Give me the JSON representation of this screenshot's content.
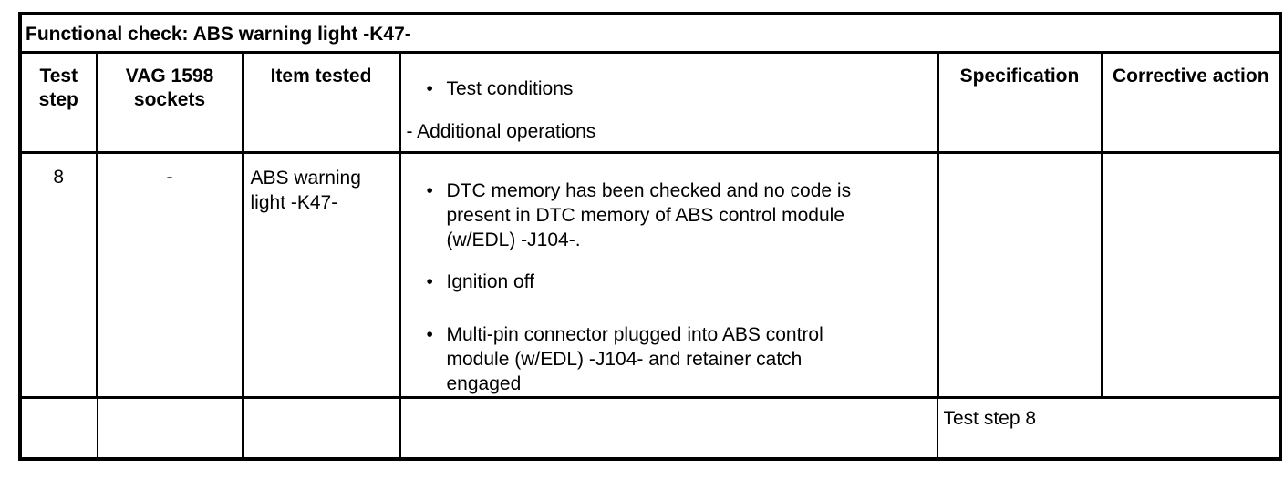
{
  "page": {
    "background": "#ffffff",
    "text_color": "#000000",
    "border_color": "#000000"
  },
  "table": {
    "title": "Functional check: ABS warning light -K47-",
    "headers": {
      "test_step": "Test step",
      "vag_sockets": "VAG 1598 sockets",
      "item_tested": "Item tested",
      "test_conditions_bullet": "Test conditions",
      "additional_operations": "- Additional operations",
      "specification": "Specification",
      "corrective_action": "Corrective action"
    },
    "data_row": {
      "test_step": "8",
      "vag_sockets": "-",
      "item_tested": "ABS warning light -K47-",
      "test_conditions": [
        "DTC memory has been checked and no code is present in DTC memory of ABS control module (w/EDL) -J104-.",
        "Ignition off",
        "Multi-pin connector plugged into ABS control module (w/EDL) -J104- and retainer catch engaged"
      ],
      "specification": "",
      "corrective_action": ""
    },
    "result_row": {
      "specification": "Test step 8"
    }
  }
}
